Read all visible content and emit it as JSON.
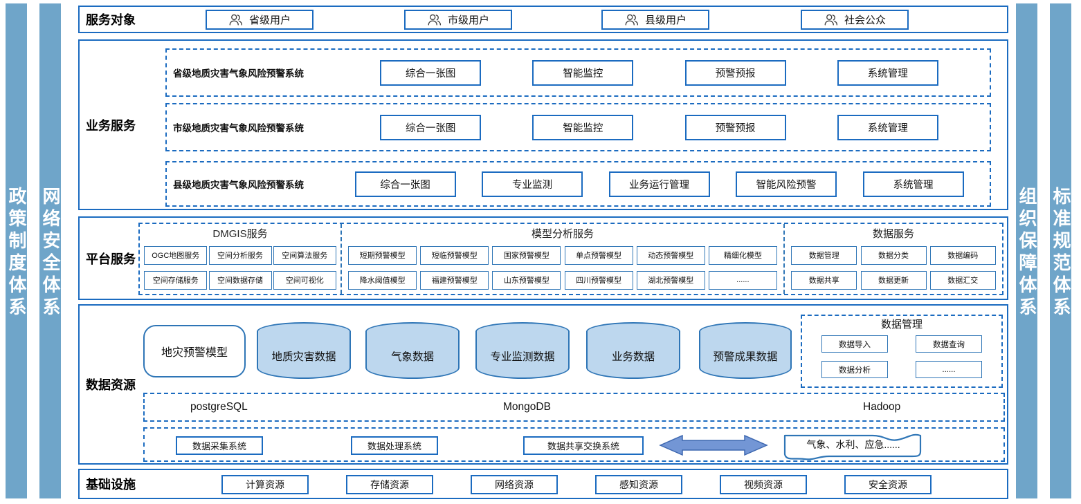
{
  "diagram": {
    "pillars_left": [
      "政策制度体系",
      "网络安全体系"
    ],
    "pillars_right": [
      "组织保障体系",
      "标准规范体系"
    ],
    "service_objects": {
      "title": "服务对象",
      "items": [
        "省级用户",
        "市级用户",
        "县级用户",
        "社会公众"
      ]
    },
    "business": {
      "title": "业务服务",
      "systems": [
        {
          "name": "省级地质灾害气象风险预警系统",
          "modules": [
            "综合一张图",
            "智能监控",
            "预警预报",
            "系统管理"
          ]
        },
        {
          "name": "市级地质灾害气象风险预警系统",
          "modules": [
            "综合一张图",
            "智能监控",
            "预警预报",
            "系统管理"
          ]
        },
        {
          "name": "县级地质灾害气象风险预警系统",
          "modules": [
            "综合一张图",
            "专业监测",
            "业务运行管理",
            "智能风险预警",
            "系统管理"
          ]
        }
      ]
    },
    "platform": {
      "title": "平台服务",
      "dmgis": {
        "title": "DMGIS服务",
        "row1": [
          "OGC地图服务",
          "空间分析服务",
          "空间算法服务"
        ],
        "row2": [
          "空间存储服务",
          "空间数据存储",
          "空间可视化"
        ]
      },
      "model": {
        "title": "模型分析服务",
        "row1": [
          "短期预警模型",
          "短临预警模型",
          "国家预警模型",
          "单点预警模型",
          "动态预警模型",
          "精细化模型"
        ],
        "row2": [
          "降水阈值模型",
          "福建预警模型",
          "山东预警模型",
          "四川预警模型",
          "湖北预警模型",
          "......"
        ]
      },
      "data": {
        "title": "数据服务",
        "row1": [
          "数据管理",
          "数据分类",
          "数据编码"
        ],
        "row2": [
          "数据共享",
          "数据更新",
          "数据汇交"
        ]
      }
    },
    "data_resources": {
      "title": "数据资源",
      "model_box": "地灾预警模型",
      "cylinders": [
        "地质灾害数据",
        "气象数据",
        "专业监测数据",
        "业务数据",
        "预警成果数据"
      ],
      "management": {
        "title": "数据管理",
        "items": [
          "数据导入",
          "数据查询",
          "数据分析",
          "......"
        ]
      },
      "databases": [
        "postgreSQL",
        "MongoDB",
        "Hadoop"
      ],
      "systems": [
        "数据采集系统",
        "数据处理系统",
        "数据共享交换系统"
      ],
      "external": "气象、水利、应急......"
    },
    "infrastructure": {
      "title": "基础设施",
      "items": [
        "计算资源",
        "存储资源",
        "网络资源",
        "感知资源",
        "视频资源",
        "安全资源"
      ]
    },
    "colors": {
      "pillar": "#6FA5C9",
      "border": "#1B6BC0",
      "cylinder_fill": "#BDD7EE",
      "cylinder_border": "#2E75B6",
      "arrow_fill": "#7396D5"
    }
  }
}
